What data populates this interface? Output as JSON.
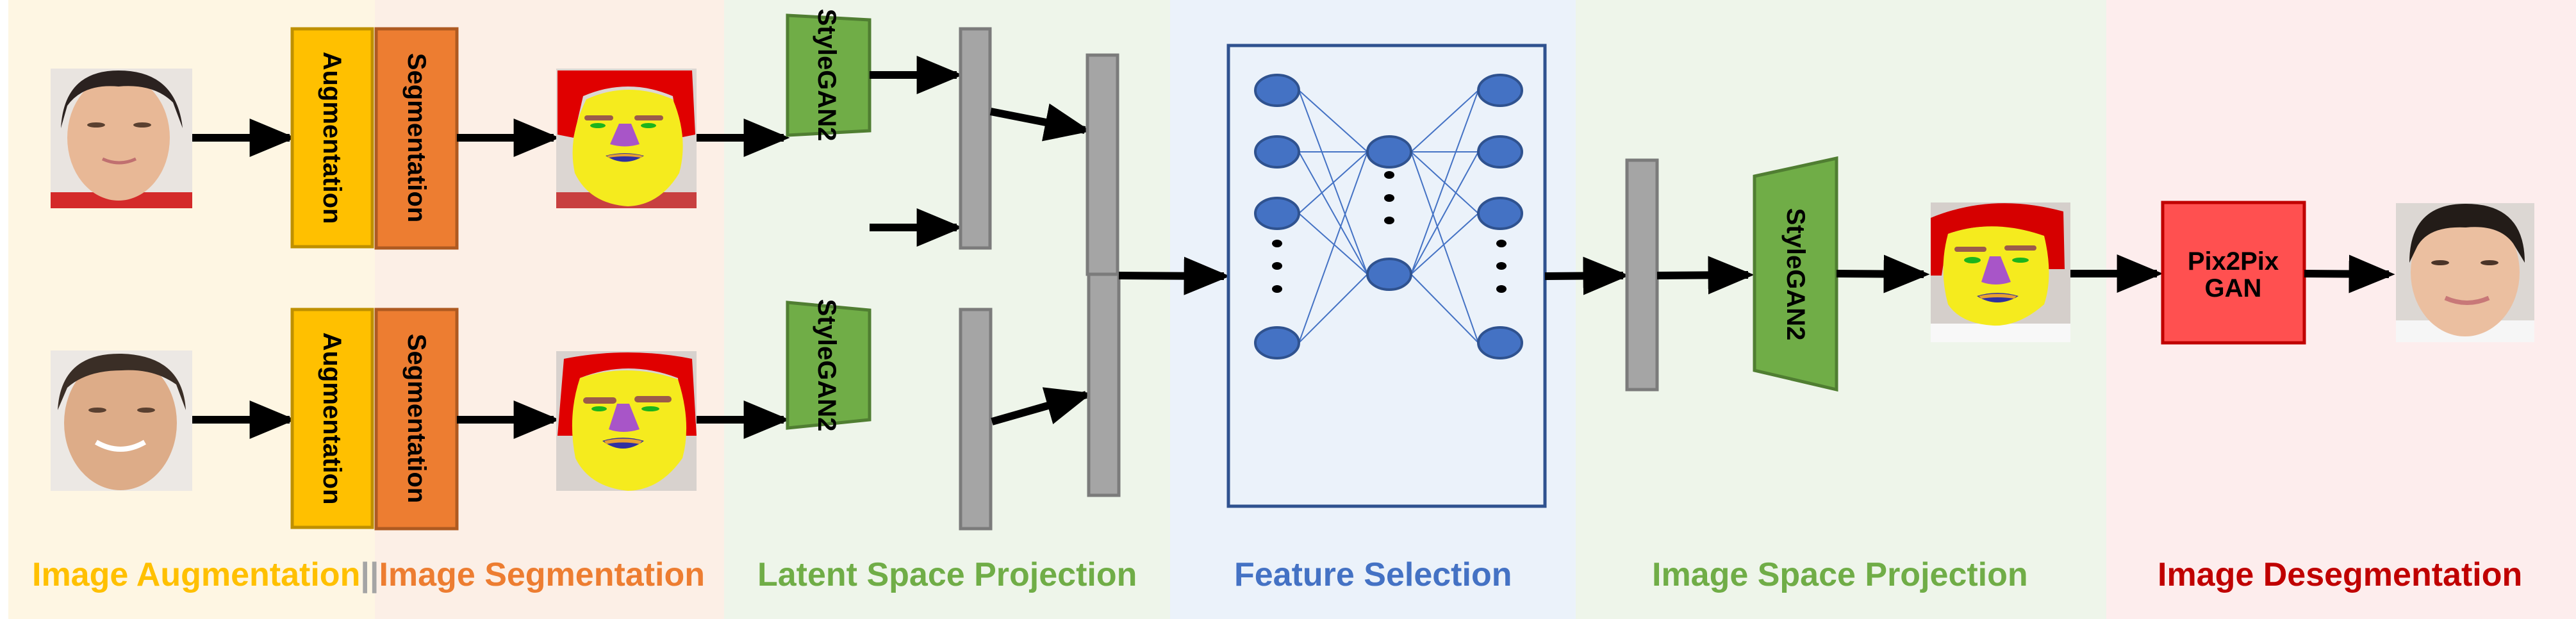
{
  "sections": [
    {
      "id": "augmentation",
      "label": "Image Augmentation",
      "color": "#FFC000",
      "bg": "#FEF6E3"
    },
    {
      "id": "segmentation",
      "label": "Image Segmentation",
      "color": "#ED7D31",
      "bg": "#FCEFE6"
    },
    {
      "id": "latent",
      "label": "Latent Space Projection",
      "color": "#70AD47",
      "bg": "#EEF5EA"
    },
    {
      "id": "feature",
      "label": "Feature Selection",
      "color": "#4472C4",
      "bg": "#EBF2FA"
    },
    {
      "id": "imagespace",
      "label": "Image Space Projection",
      "color": "#70AD47",
      "bg": "#EEF5EA"
    },
    {
      "id": "desegmentation",
      "label": "Image Desegmentation",
      "color": "#C00000",
      "bg": "#FDEDED"
    }
  ],
  "separator": "||",
  "blocks": {
    "augmentation": "Augmentation",
    "segmentation": "Segmentation",
    "stylegan": "StyleGAN2",
    "pix2pix_line1": "Pix2Pix",
    "pix2pix_line2": "GAN"
  },
  "colors": {
    "augmentation_fill": "#FFC000",
    "augmentation_border": "#BF9000",
    "segmentation_fill": "#ED7D31",
    "segmentation_border": "#AE5A21",
    "stylegan_fill": "#70AD47",
    "stylegan_border": "#507E32",
    "vector_fill": "#A5A5A5",
    "vector_border": "#7B7B7B",
    "node_fill": "#4472C4",
    "node_border": "#2F528F",
    "pix2pix_fill": "#FF5050",
    "pix2pix_border": "#C00000",
    "arrow": "#000000"
  },
  "images": {
    "input_face_1": "input face photo (woman)",
    "input_face_2": "input face photo (man)",
    "segmented_face_1": "segmentation map of face 1",
    "segmented_face_2": "segmentation map of face 2",
    "generated_segmentation": "generated segmentation map",
    "output_face": "generated face photo"
  },
  "network": {
    "layers": [
      {
        "name": "input",
        "visible_nodes": 4
      },
      {
        "name": "hidden",
        "visible_nodes": 2
      },
      {
        "name": "output",
        "visible_nodes": 4
      }
    ],
    "ellipsis": "⋮"
  }
}
